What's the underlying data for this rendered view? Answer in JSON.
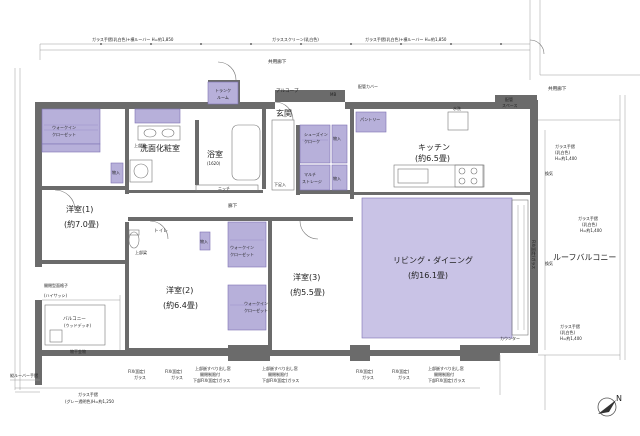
{
  "plan": {
    "rooms": {
      "ldk_label": "リビング・ダイニング",
      "ldk_area": "(約16.1畳)",
      "kitchen_label": "キッチン",
      "kitchen_area": "(約6.5畳)",
      "yoshitsu1_label": "洋室(1)",
      "yoshitsu1_area": "(約7.0畳)",
      "yoshitsu2_label": "洋室(2)",
      "yoshitsu2_area": "(約6.4畳)",
      "yoshitsu3_label": "洋室(3)",
      "yoshitsu3_area": "(約5.5畳)",
      "bath_label": "浴室",
      "bath_size": "(1620)",
      "washroom_label": "洗面化粧室",
      "toilet_label": "トイレ",
      "genkan_label": "玄関",
      "rouka_label": "廊下",
      "roof_balcony_label": "ルーフバルコニー",
      "balcony_label": "バルコニー",
      "balcony_sub": "(ウッドデッキ)"
    },
    "storage": {
      "wic1_line1": "ウォークイン",
      "wic1_line2": "クローゼット",
      "wic2_line1": "ウォークイン",
      "wic2_line2": "クローゼット",
      "wic3_line1": "ウォークイン",
      "wic3_line2": "クローゼット",
      "shoe_line1": "シューズイン",
      "shoe_line2": "クローク",
      "multi_line1": "マルチ",
      "multi_line2": "ストレージ",
      "pantry": "パントリー",
      "trunk_line1": "トランク",
      "trunk_line2": "ルーム",
      "niche": "ニッチ",
      "mono1": "物入",
      "mono2": "物入",
      "mono3": "物入",
      "mono4": "物入",
      "kutsu": "下足入"
    },
    "exterior": {
      "kyoyo_rouka_top": "共用廊下",
      "kyoyo_rouka_right": "共用廊下",
      "alcove": "アルコーブ",
      "mb": "MB",
      "haikan_cover": "配管カバー",
      "haikan_space_1": "配管",
      "haikan_space_2": "スペース",
      "glass_top_1": "ガラス手摺(乳白色)+横ルーバー H=約1,850",
      "glass_top_2": "ガラススクリーン(乳白色)",
      "glass_top_3": "ガラス手摺(乳白色)+横ルーバー H=約1,850",
      "glass_right_1_a": "ガラス手摺",
      "glass_right_1_b": "(乳白色)",
      "glass_right_1_c": "H=約1,400",
      "glass_right_2_a": "ガラス手摺",
      "glass_right_2_b": "(乳白色)",
      "glass_right_2_c": "H=約1,400",
      "glass_right_3_a": "ガラス手摺",
      "glass_right_3_b": "(乳白色)",
      "glass_right_3_c": "H=約1,400",
      "glass_bottom_1": "ガラス手摺",
      "glass_bottom_2": "(グレー透明色)H=約1,250",
      "louver_bottom": "縦ルーバー手摺",
      "daikouhoshi": "物干金物",
      "kaikou": "開閉型面格子",
      "hisashi": "(ハイサッシ)",
      "counter": "カウンター",
      "jouge_a": "上部梁",
      "jouge_b": "上部梁",
      "suijun": "水洗",
      "kanjo_1": "換気",
      "kanjo_2": "換気"
    },
    "fix_labels": {
      "fix1_a": "FIX(固定)",
      "fix1_b": "ガラス",
      "fix2_a": "FIX(固定)",
      "fix2_b": "ガラス",
      "fix3_a": "上部嵌すべり出し窓",
      "fix3_b": "開閉制限付",
      "fix3_c": "下部FIX(固定)ガラス",
      "fix4_a": "上部嵌すべり出し窓",
      "fix4_b": "開閉制限付",
      "fix4_c": "下部FIX(固定)ガラス",
      "fix5_a": "FIX(固定)",
      "fix5_b": "ガラス",
      "fix6_a": "FIX(固定)",
      "fix6_b": "ガラス",
      "fix7_a": "上部嵌すべり出し窓",
      "fix7_b": "開閉制限付",
      "fix7_c": "下部FIX(固定)ガラス",
      "fix_right": "FIX(固定)ガラス"
    },
    "compass_letter": "N",
    "colors": {
      "wall": "#6b6b6b",
      "storage_fill": "#b7b0da",
      "ldk_fill": "#c9c3e6",
      "line": "#777777"
    }
  }
}
